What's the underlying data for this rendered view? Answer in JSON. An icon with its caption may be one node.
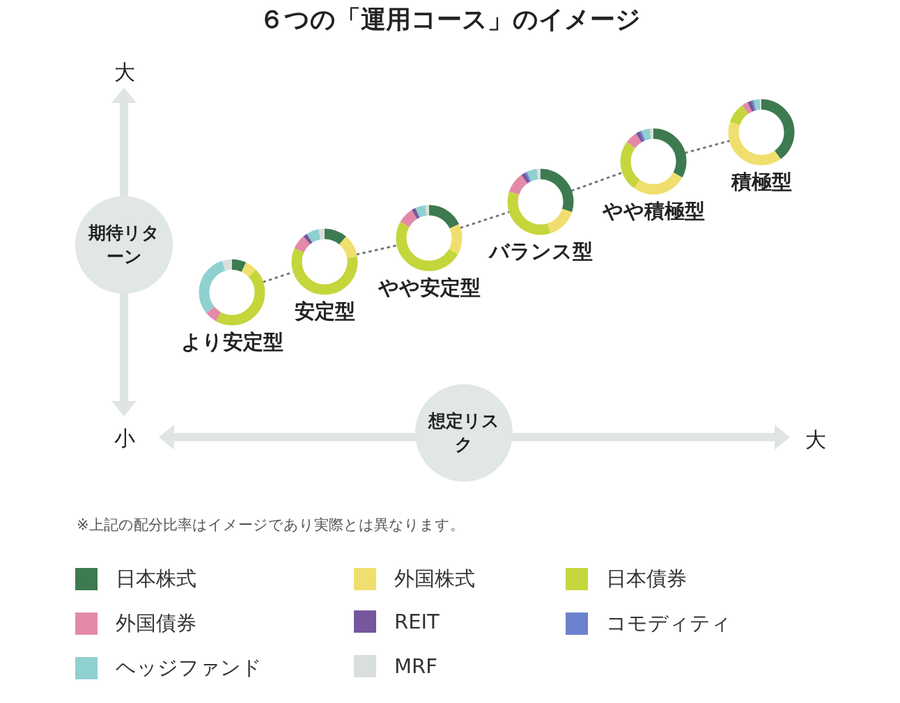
{
  "diagram": {
    "title": "６つの「運用コース」のイメージ",
    "nodes": [
      {
        "text": [
          "期待リターン"
        ]
      },
      {
        "text": [
          "想定リスク"
        ]
      },
      {
        "text": [
          "より安定型"
        ]
      },
      {
        "text": [
          "安定型"
        ]
      },
      {
        "text": [
          "やや安定型"
        ]
      },
      {
        "text": [
          "バランス型"
        ]
      },
      {
        "text": [
          "やや積極型"
        ]
      },
      {
        "text": [
          "積極型"
        ]
      }
    ],
    "edges": [
      {
        "from": 2,
        "to": 3,
        "arrow": "none"
      },
      {
        "from": 3,
        "to": 4,
        "arrow": "none"
      },
      {
        "from": 4,
        "to": 5,
        "arrow": "none"
      },
      {
        "from": 5,
        "to": 6,
        "arrow": "none"
      },
      {
        "from": 6,
        "to": 7,
        "arrow": "none"
      }
    ],
    "labels": [
      "大",
      "小",
      "大",
      "※上記の配分比率はイメージであり実際とは異なります。"
    ],
    "legend": [
      {
        "text": "日本株式",
        "color": "#3d7a50"
      },
      {
        "text": "外国株式",
        "color": "#f0df6e"
      },
      {
        "text": "日本債券",
        "color": "#c5d63c"
      },
      {
        "text": "外国債券",
        "color": "#e48aa8"
      },
      {
        "text": "REIT",
        "color": "#76579e"
      },
      {
        "text": "コモディティ",
        "color": "#6a82cc"
      },
      {
        "text": "ヘッジファンド",
        "color": "#8fd0d0"
      },
      {
        "text": "MRF",
        "color": "#d9dfdc"
      }
    ]
  }
}
